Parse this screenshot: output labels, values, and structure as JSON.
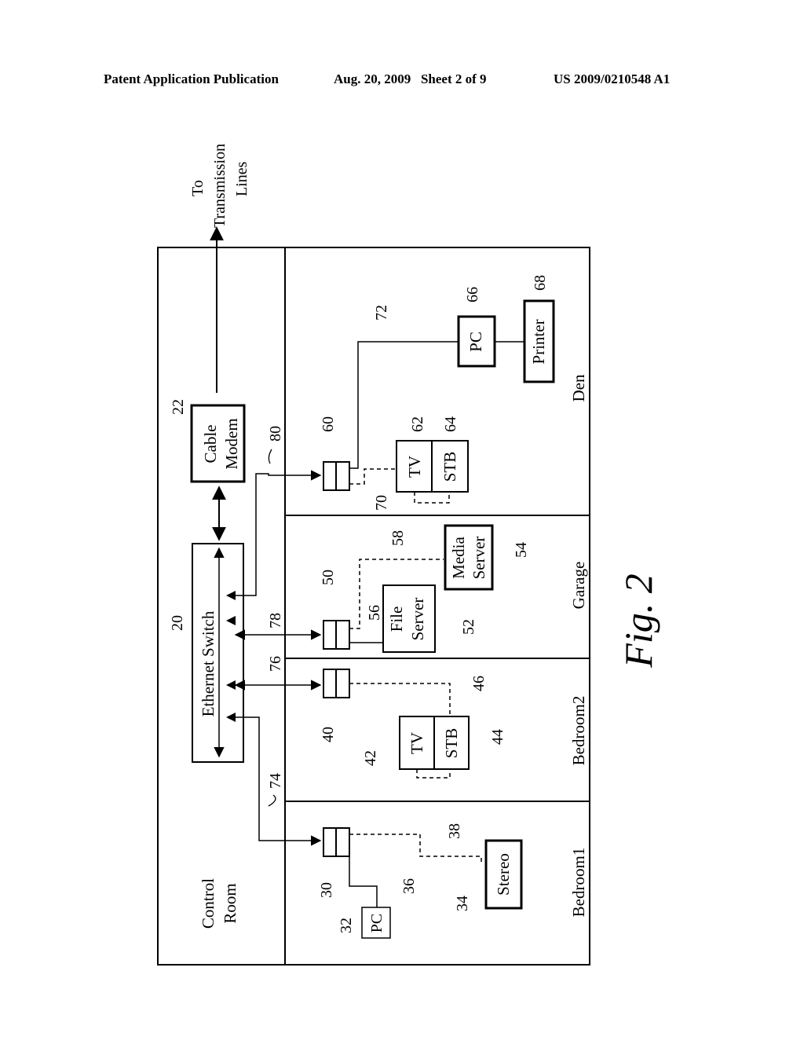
{
  "header": {
    "publication": "Patent Application Publication",
    "date_sheet": "Aug. 20, 2009   Sheet 2 of 9",
    "pub_number": "US 2009/0210548 A1"
  },
  "figure": {
    "caption": "Fig. 2",
    "uplink": [
      "To",
      "Transmission",
      "Lines"
    ],
    "rooms": {
      "control": [
        "Control",
        "Room"
      ],
      "bedroom1": "Bedroom1",
      "bedroom2": "Bedroom2",
      "garage": "Garage",
      "den": "Den"
    },
    "devices": {
      "ethernet_switch": "Ethernet Switch",
      "cable_modem": [
        "Cable",
        "Modem"
      ],
      "pc_bedroom1": "PC",
      "stereo": "Stereo",
      "tv_bedroom2": "TV",
      "stb_bedroom2": "STB",
      "file_server": [
        "File",
        "Server"
      ],
      "media_server": [
        "Media",
        "Server"
      ],
      "tv_den": "TV",
      "stb_den": "STB",
      "pc_den": "PC",
      "printer": "Printer"
    },
    "refs": {
      "r20": "20",
      "r22": "22",
      "r30": "30",
      "r32": "32",
      "r34": "34",
      "r36": "36",
      "r38": "38",
      "r40": "40",
      "r42": "42",
      "r44": "44",
      "r46": "46",
      "r50": "50",
      "r52": "52",
      "r54": "54",
      "r56": "56",
      "r58": "58",
      "r60": "60",
      "r62": "62",
      "r64": "64",
      "r66": "66",
      "r68": "68",
      "r70": "70",
      "r72": "72",
      "r74": "74",
      "r76": "76",
      "r78": "78",
      "r80": "80"
    }
  }
}
